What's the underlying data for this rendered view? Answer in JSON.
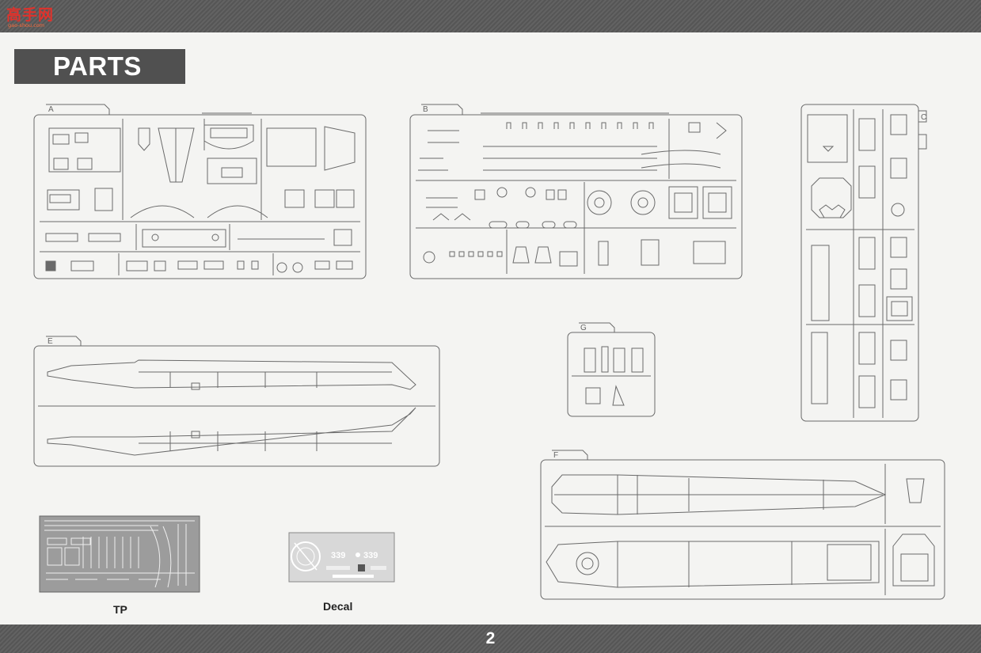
{
  "header": {
    "logo_text": "高手网",
    "logo_subtext": "gao-shou.com"
  },
  "title": "PARTS",
  "sprues": [
    {
      "id": "A",
      "label": "A"
    },
    {
      "id": "B",
      "label": "B"
    },
    {
      "id": "C",
      "label": "C"
    },
    {
      "id": "E",
      "label": "E"
    },
    {
      "id": "F",
      "label": "F"
    },
    {
      "id": "G",
      "label": "G"
    }
  ],
  "extras": {
    "tp_label": "TP",
    "decal_label": "Decal",
    "decal_numbers": [
      "339",
      "339"
    ]
  },
  "footer": {
    "page_number": "2"
  },
  "colors": {
    "bars": "#5a5a5a",
    "title_bg": "#505050",
    "paper": "#f4f4f2",
    "line": "#6a6a6a",
    "logo_red": "#e0322c"
  }
}
